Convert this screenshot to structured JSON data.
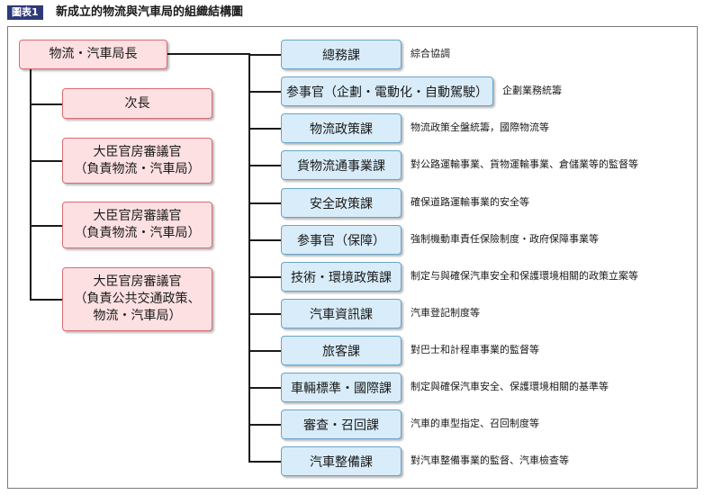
{
  "figure": {
    "tag": "圖表1",
    "title": "新成立的物流與汽車局的組織結構圖"
  },
  "head": "物流・汽車局長",
  "left_boxes": [
    {
      "label": "次長"
    },
    {
      "label": "大臣官房審議官\n（負責物流・汽車局）"
    },
    {
      "label": "大臣官房審議官\n（負責物流・汽車局）"
    },
    {
      "label": "大臣官房審議官\n（負責公共交通政策、\n物流・汽車局）"
    }
  ],
  "divisions": [
    {
      "label": "總務課",
      "desc": "綜合協調"
    },
    {
      "label": "参事官（企劃・電動化・自動駕駛）",
      "desc": "企劃業務統籌"
    },
    {
      "label": "物流政策課",
      "desc": "物流政策全盤統籌，國際物流等"
    },
    {
      "label": "貨物流通事業課",
      "desc": "對公路運輸事業、貨物運輸事業、倉儲業等的監督等"
    },
    {
      "label": "安全政策課",
      "desc": "確保道路運輸事業的安全等"
    },
    {
      "label": "参事官（保障）",
      "desc": "強制機動車責任保險制度・政府保障事業等"
    },
    {
      "label": "技術・環境政策課",
      "desc": "制定与與確保汽車安全和保護環境相關的政策立案等"
    },
    {
      "label": "汽車資訊課",
      "desc": "汽車登記制度等"
    },
    {
      "label": "旅客課",
      "desc": "對巴士和計程車事業的監督等"
    },
    {
      "label": "車輛標準・國際課",
      "desc": "制定與確保汽車安全、保護環境相關的基準等"
    },
    {
      "label": "審查・召回課",
      "desc": "汽車的車型指定、召回制度等"
    },
    {
      "label": "汽車整備課",
      "desc": "對汽車整備事業的監督、汽車檢查等"
    }
  ]
}
